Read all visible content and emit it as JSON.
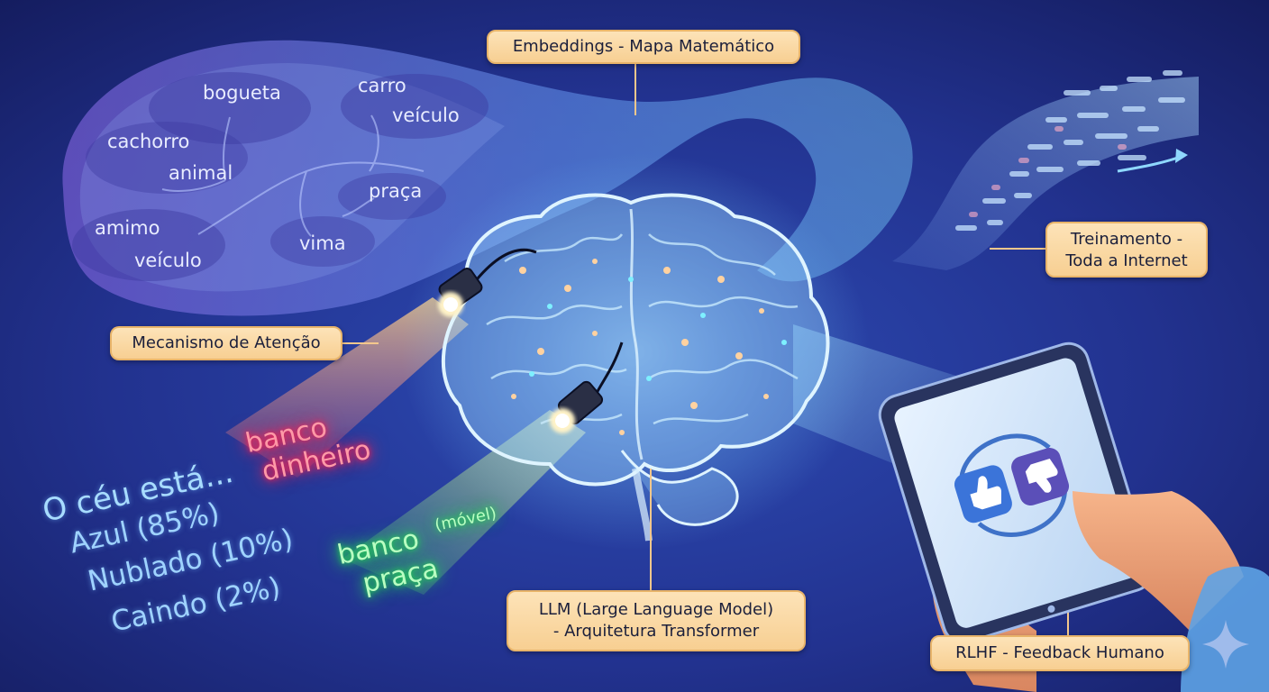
{
  "labels": {
    "embeddings": "Embeddings - Mapa Matemático",
    "training_line1": "Treinamento -",
    "training_line2": "Toda a Internet",
    "attention": "Mecanismo de Atenção",
    "llm_line1": "LLM (Large Language Model)",
    "llm_line2": "- Arquitetura Transformer",
    "rlhf": "RLHF - Feedback Humano"
  },
  "embedding_words": {
    "w1": "bogueta",
    "w2": "carro",
    "w3": "veículo",
    "w4": "cachorro",
    "w5": "animal",
    "w6": "praça",
    "w7": "amimo",
    "w8": "veículo",
    "w9": "vima"
  },
  "prediction": {
    "prompt": "O céu está...",
    "options": [
      "Azul (85%)",
      "Nublado (10%)",
      "Caindo (2%)"
    ]
  },
  "attention_red": {
    "line1": "banco",
    "line2": "dinheiro"
  },
  "attention_green": {
    "line1": "banco",
    "note": "(móvel)",
    "line2": "praça"
  },
  "icons": [
    "brain-icon",
    "spotlight-icon",
    "tablet-icon",
    "thumbs-up-icon",
    "thumbs-down-icon",
    "hand-icon",
    "sparkle-icon"
  ],
  "colors": {
    "background": "#1e2f86",
    "label_fill": "#f9d7a0",
    "glow_red": "#ff1f4f",
    "glow_green": "#20d850",
    "brain_glow": "#8fd8ff"
  }
}
